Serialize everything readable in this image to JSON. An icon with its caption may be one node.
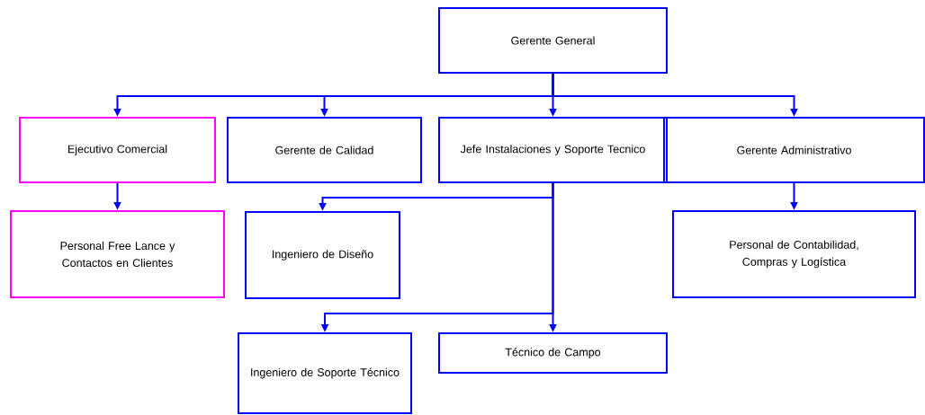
{
  "diagram": {
    "nodes": [
      {
        "text": [
          "Gerente General"
        ]
      },
      {
        "text": [
          "Ejecutivo Comercial"
        ]
      },
      {
        "text": [
          "Gerente de Calidad"
        ]
      },
      {
        "text": [
          "Jefe Instalaciones y Soporte Tecnico"
        ]
      },
      {
        "text": [
          "Gerente Administrativo"
        ]
      },
      {
        "text": [
          "Personal Free Lance y Contactos en Clientes"
        ]
      },
      {
        "text": [
          "Ingeniero de Diseño"
        ]
      },
      {
        "text": [
          "Personal de Contabilidad, Compras y Logística"
        ]
      },
      {
        "text": [
          "Ingeniero de Soporte Técnico"
        ]
      },
      {
        "text": [
          "Técnico de Campo"
        ]
      }
    ],
    "edges": [
      {
        "from": 0,
        "to": 1,
        "arrow": "to"
      },
      {
        "from": 0,
        "to": 2,
        "arrow": "to"
      },
      {
        "from": 0,
        "to": 3,
        "arrow": "to"
      },
      {
        "from": 0,
        "to": 4,
        "arrow": "to"
      },
      {
        "from": 1,
        "to": 5,
        "arrow": "to"
      },
      {
        "from": 3,
        "to": 6,
        "arrow": "to"
      },
      {
        "from": 3,
        "to": 8,
        "arrow": "to"
      },
      {
        "from": 3,
        "to": 9,
        "arrow": "to"
      },
      {
        "from": 4,
        "to": 7,
        "arrow": "to"
      }
    ]
  }
}
